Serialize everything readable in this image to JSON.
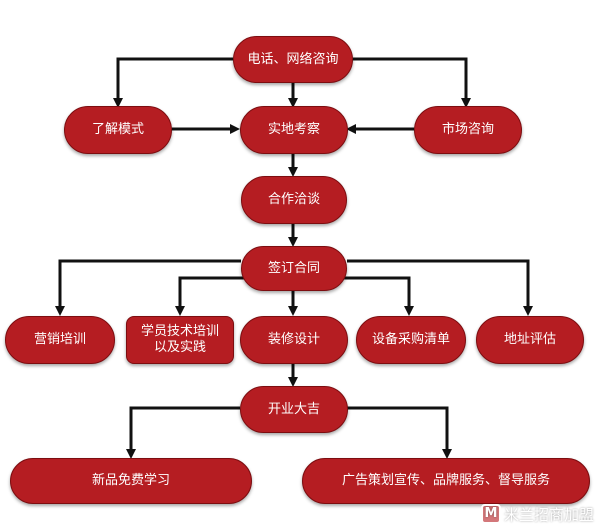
{
  "diagram": {
    "nodes": {
      "consult": "电话、网络咨询",
      "understand_model": "了解模式",
      "site_visit": "实地考察",
      "market_consult": "市场咨询",
      "cooperation": "合作洽谈",
      "sign_contract": "签订合同",
      "marketing_training": "营销培训",
      "tech_training": "学员技术培训以及实践",
      "decoration": "装修设计",
      "equipment": "设备采购清单",
      "site_eval": "地址评估",
      "opening": "开业大吉",
      "new_product": "新品免费学习",
      "ad_services": "广告策划宣传、品牌服务、督导服务"
    },
    "colors": {
      "node_fill": "#b51d22",
      "node_border": "#7d0d10",
      "arrow": "#111111"
    }
  },
  "watermark": {
    "logo_letter": "M",
    "text": "米兰招商加盟"
  }
}
